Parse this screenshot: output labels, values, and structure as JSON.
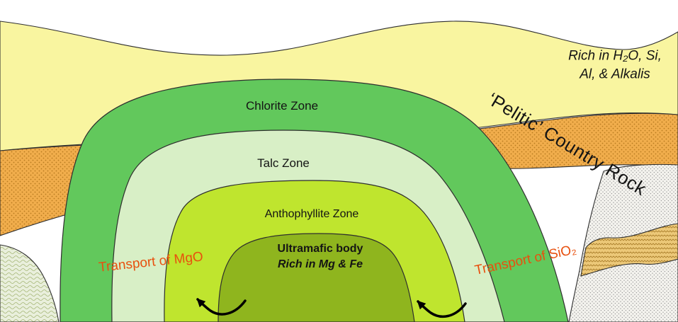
{
  "zones": {
    "chlorite": {
      "label": "Chlorite Zone",
      "color": "#62c85c"
    },
    "talc": {
      "label": "Talc Zone",
      "color": "#d8efc6"
    },
    "anthophyllite": {
      "label": "Anthophyllite Zone",
      "color": "#bfe52e"
    },
    "ultramafic": {
      "label": "Ultramafic body",
      "sublabel": "Rich in Mg & Fe",
      "color": "#8fb51e"
    }
  },
  "country_rock": {
    "label": "‘Pelitic’ Country Rock",
    "description_line1": "Rich in H₂O, Si,",
    "description_line2": "Al, & Alkalis",
    "band_color": "#f9f5a0"
  },
  "bands": {
    "orange_color": "#f1ad4c",
    "orange_dot_color": "#b97c20",
    "speckle_base": "#f4f3ee",
    "speckle_dot": "#9a9a9a",
    "tan_base": "#ecc878",
    "tan_line": "#a87c28",
    "bottomleft_base": "#e9efdc",
    "bottomleft_line": "#a4b573"
  },
  "transport": {
    "left": "Transport of MgO",
    "right": "Transport of SiO₂",
    "color": "#e8500e"
  },
  "arrow_color": "#000000",
  "outline_color": "#2e2e2e"
}
